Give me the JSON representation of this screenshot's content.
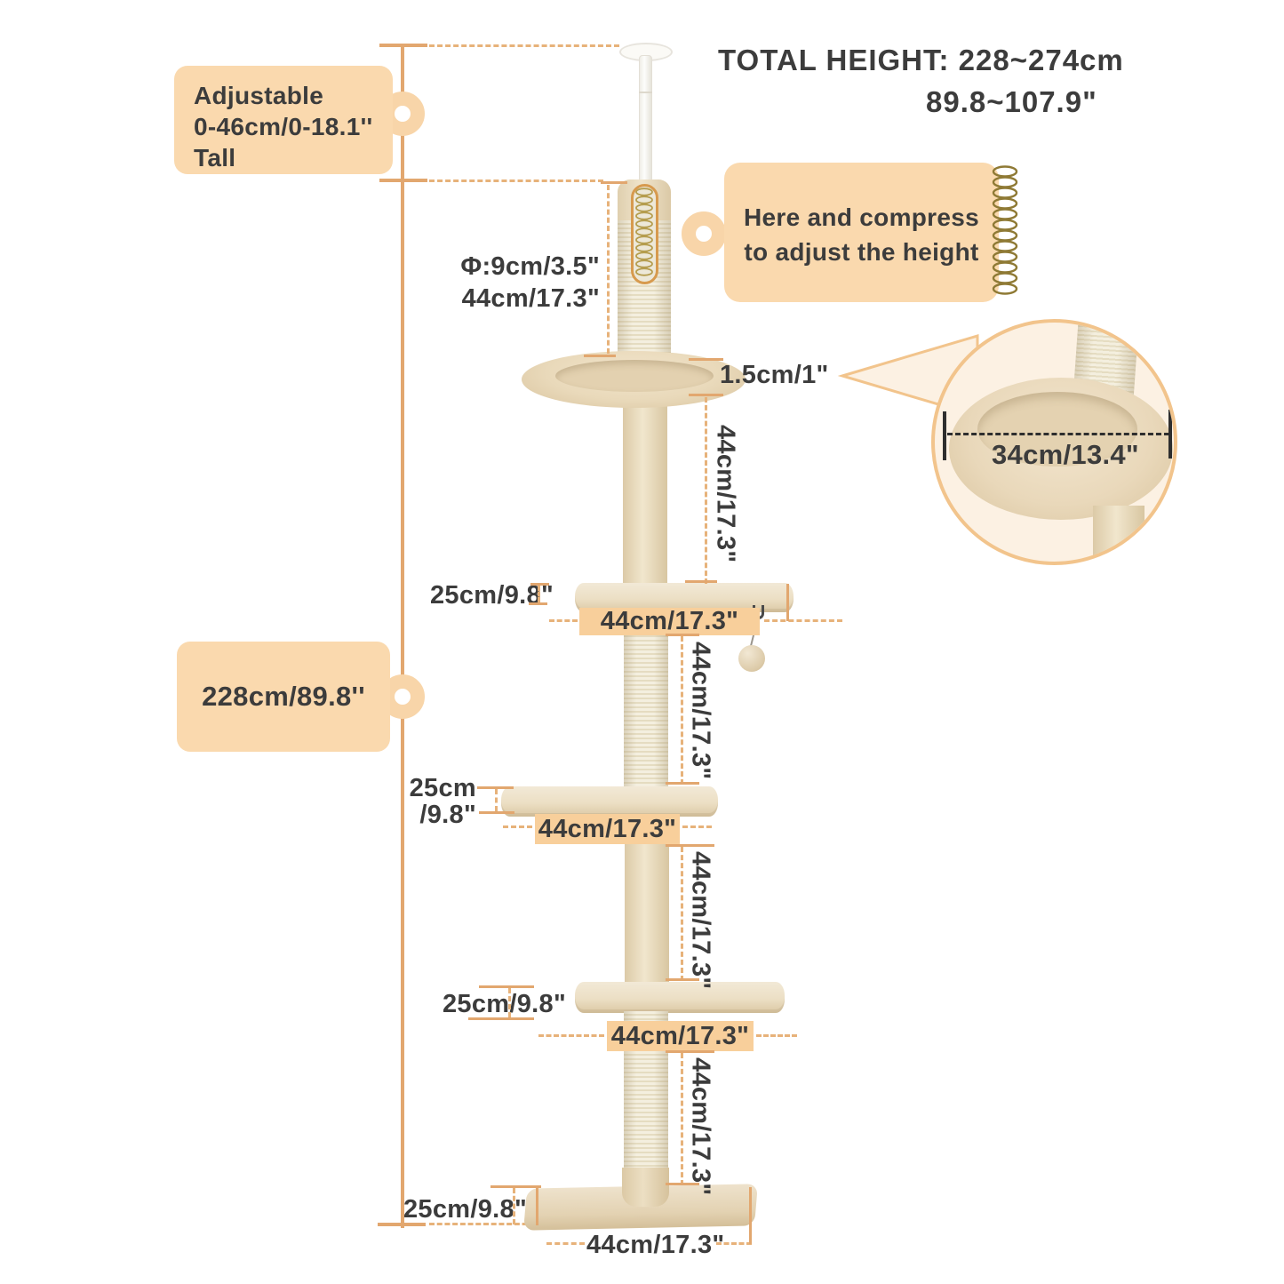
{
  "header": {
    "total_height_cm": "TOTAL HEIGHT: 228~274cm",
    "total_height_in": "89.8~107.9\""
  },
  "callouts": {
    "adjustable": {
      "line1": "Adjustable",
      "line2": "0-46cm/0-18.1''",
      "line3": "Tall"
    },
    "overall_height": "228cm/89.8''",
    "compress": {
      "line1": "Here and compress",
      "line2": "to adjust the height"
    }
  },
  "inset": {
    "bed_diameter": "34cm/13.4\""
  },
  "dimensions": {
    "post_diameter": "Φ:9cm/3.5\"",
    "post_height": "44cm/17.3\"",
    "bed_thickness": "1.5cm/1\"",
    "segment_heights": [
      "44cm/17.3\"",
      "44cm/17.3\"",
      "44cm/17.3\"",
      "44cm/17.3\""
    ],
    "platform2": {
      "offset": "25cm/9.8\"",
      "width": "44cm/17.3\""
    },
    "platform3": {
      "offset_line1": "25cm",
      "offset_line2": "/9.8\"",
      "width": "44cm/17.3\""
    },
    "platform4": {
      "offset": "25cm/9.8\"",
      "width": "44cm/17.3\""
    },
    "base": {
      "offset": "25cm/9.8\"",
      "width": "44cm/17.3\""
    }
  },
  "icons": {
    "spring": "coil-spring",
    "ring": "tag-ring-marker"
  },
  "colors": {
    "accent_line": "#E2A76F",
    "label_box": "#FAD9AE",
    "dim_box": "#F8CF9B",
    "text": "#3C3C3C"
  }
}
